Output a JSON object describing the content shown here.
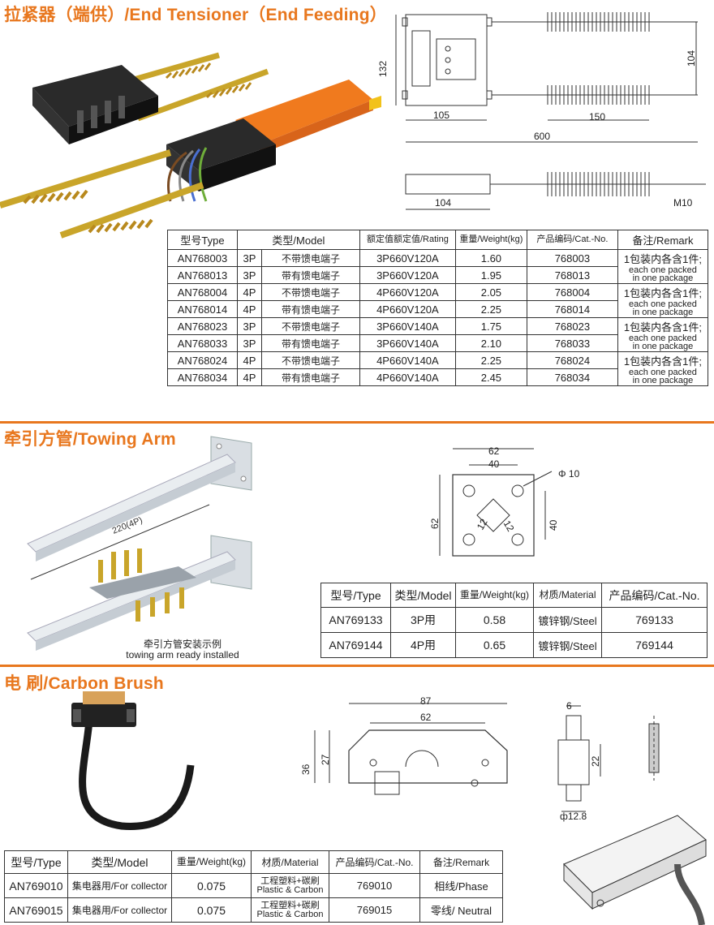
{
  "sections": {
    "tensioner": {
      "title": "拉紧器（端供）/End Tensioner（End Feeding）",
      "dims": {
        "top_height": "132",
        "spring_gap": "104",
        "body_len": "105",
        "spring_len": "150",
        "total_len": "600",
        "side_body": "104",
        "thread": "M10"
      },
      "table": {
        "headers": [
          "型号Type",
          "类型/Model",
          "额定值额定值/Rating",
          "重量/Weight(kg)",
          "产品编码/Cat.-No.",
          "备注/Remark"
        ],
        "rows": [
          {
            "type": "AN768003",
            "p": "3P",
            "model": "不带馈电端子",
            "rating": "3P660V120A",
            "weight": "1.60",
            "cat": "768003"
          },
          {
            "type": "AN768013",
            "p": "3P",
            "model": "带有馈电端子",
            "rating": "3P660V120A",
            "weight": "1.95",
            "cat": "768013"
          },
          {
            "type": "AN768004",
            "p": "4P",
            "model": "不带馈电端子",
            "rating": "4P660V120A",
            "weight": "2.05",
            "cat": "768004"
          },
          {
            "type": "AN768014",
            "p": "4P",
            "model": "带有馈电端子",
            "rating": "4P660V120A",
            "weight": "2.25",
            "cat": "768014"
          },
          {
            "type": "AN768023",
            "p": "3P",
            "model": "不带馈电端子",
            "rating": "3P660V140A",
            "weight": "1.75",
            "cat": "768023"
          },
          {
            "type": "AN768033",
            "p": "3P",
            "model": "带有馈电端子",
            "rating": "3P660V140A",
            "weight": "2.10",
            "cat": "768033"
          },
          {
            "type": "AN768024",
            "p": "4P",
            "model": "不带馈电端子",
            "rating": "4P660V140A",
            "weight": "2.25",
            "cat": "768024"
          },
          {
            "type": "AN768034",
            "p": "4P",
            "model": "带有馈电端子",
            "rating": "4P660V140A",
            "weight": "2.45",
            "cat": "768034"
          }
        ],
        "remark_cn": "1包装内各含1件;",
        "remark_en1": "each one packed",
        "remark_en2": "in one package"
      }
    },
    "towing": {
      "title": "牵引方管/Towing Arm",
      "length_label": "220(4P)",
      "caption_cn": "牵引方管安装示例",
      "caption_en": "towing arm ready installed",
      "dims": {
        "w_outer": "62",
        "w_inner": "40",
        "hole": "Φ 10",
        "h_outer": "62",
        "h_inner": "40",
        "sq1": "12",
        "sq2": "12"
      },
      "table": {
        "headers": [
          "型号/Type",
          "类型/Model",
          "重量/Weight(kg)",
          "材质/Material",
          "产品编码/Cat.-No."
        ],
        "rows": [
          {
            "type": "AN769133",
            "model": "3P用",
            "weight": "0.58",
            "material": "镀锌钢/Steel",
            "cat": "769133"
          },
          {
            "type": "AN769144",
            "model": "4P用",
            "weight": "0.65",
            "material": "镀锌钢/Steel",
            "cat": "769144"
          }
        ]
      }
    },
    "brush": {
      "title": "电 刷/Carbon Brush",
      "dims": {
        "w87": "87",
        "w62": "62",
        "h36": "36",
        "h27": "27",
        "t6": "6",
        "h22": "22",
        "dia": "ф12.8"
      },
      "table": {
        "headers": [
          "型号/Type",
          "类型/Model",
          "重量/Weight(kg)",
          "材质/Material",
          "产品编码/Cat.-No.",
          "备注/Remark"
        ],
        "rows": [
          {
            "type": "AN769010",
            "model": "集电器用/For collector",
            "weight": "0.075",
            "mat1": "工程塑料+碳刷",
            "mat2": "Plastic & Carbon",
            "cat": "769010",
            "remark": "相线/Phase"
          },
          {
            "type": "AN769015",
            "model": "集电器用/For collector",
            "weight": "0.075",
            "mat1": "工程塑料+碳刷",
            "mat2": "Plastic & Carbon",
            "cat": "769015",
            "remark": "零线/ Neutral"
          }
        ]
      }
    }
  },
  "colors": {
    "accent": "#e8771e",
    "gold": "#d8b13a",
    "orange_rail": "#f07a1e",
    "dark": "#222222"
  }
}
